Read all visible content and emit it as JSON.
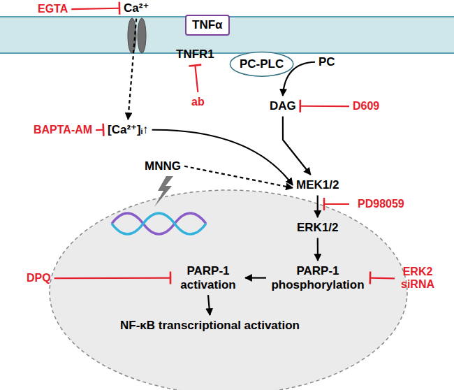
{
  "diagram": {
    "nodes": [
      {
        "text": [
          "EGTA"
        ]
      },
      {
        "text": [
          "Ca²⁺"
        ]
      },
      {
        "text": [
          "TNFα"
        ]
      },
      {
        "text": [
          "TNFR1"
        ]
      },
      {
        "text": [
          "PC-PLC"
        ]
      },
      {
        "text": [
          "PC"
        ]
      },
      {
        "text": [
          "ab"
        ]
      },
      {
        "text": [
          "DAG"
        ]
      },
      {
        "text": [
          "D609"
        ]
      },
      {
        "text": [
          "BAPTA-AM"
        ]
      },
      {
        "text": [
          "[Ca²⁺]ᵢ↑"
        ]
      },
      {
        "text": [
          "MNNG"
        ]
      },
      {
        "text": [
          "MEK1/2"
        ]
      },
      {
        "text": [
          "PD98059"
        ]
      },
      {
        "text": [
          "ERK1/2"
        ]
      },
      {
        "text": [
          "DPQ"
        ]
      },
      {
        "text": [
          "PARP-1 activation"
        ]
      },
      {
        "text": [
          "PARP-1 phosphorylation"
        ]
      },
      {
        "text": [
          "ERK2 siRNA"
        ]
      },
      {
        "text": [
          "NF-κB transcriptional activation"
        ]
      }
    ],
    "edges": [
      {
        "from": 0,
        "to": 1,
        "arrow": "to"
      },
      {
        "from": 6,
        "to": 3,
        "arrow": "to"
      },
      {
        "from": 5,
        "to": 7,
        "arrow": "to"
      },
      {
        "from": 8,
        "to": 7,
        "arrow": "to"
      },
      {
        "from": 1,
        "to": 10,
        "arrow": "to"
      },
      {
        "from": 9,
        "to": 10,
        "arrow": "to"
      },
      {
        "from": 10,
        "to": 12,
        "arrow": "to"
      },
      {
        "from": 7,
        "to": 12,
        "arrow": "to"
      },
      {
        "from": 11,
        "to": 12,
        "arrow": "to"
      },
      {
        "from": 12,
        "to": 14,
        "arrow": "to"
      },
      {
        "from": 14,
        "to": 17,
        "arrow": "to"
      },
      {
        "from": 18,
        "to": 17,
        "arrow": "to"
      },
      {
        "from": 17,
        "to": 16,
        "arrow": "to"
      },
      {
        "from": 15,
        "to": 16,
        "arrow": "to"
      },
      {
        "from": 16,
        "to": 19,
        "arrow": "to"
      }
    ]
  }
}
